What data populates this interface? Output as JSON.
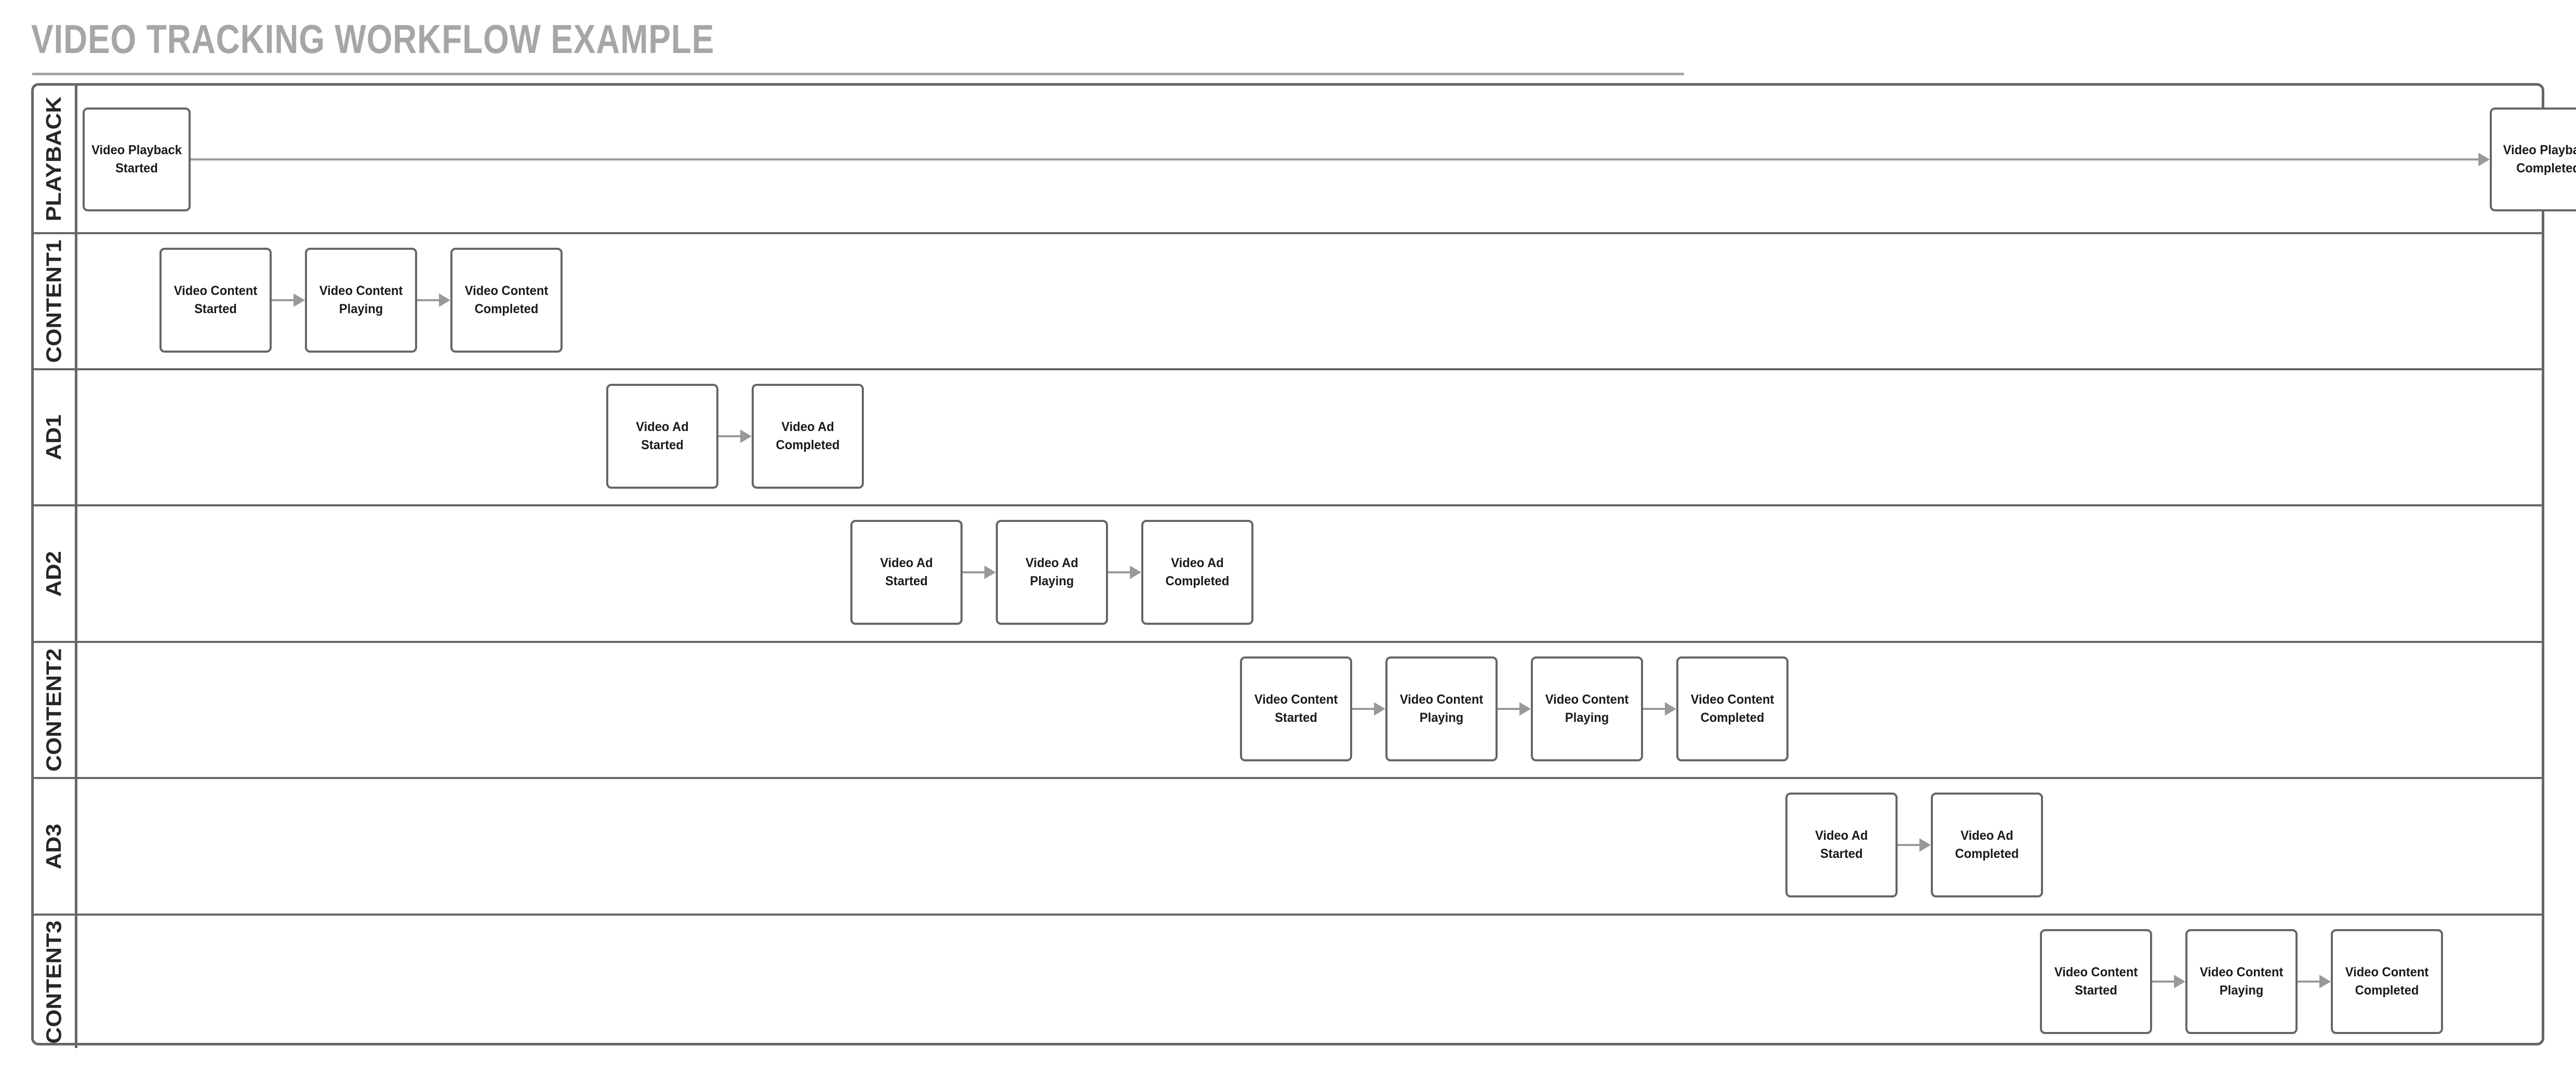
{
  "title": "VIDEO TRACKING WORKFLOW EXAMPLE",
  "colors": {
    "title": "#a6a6a6",
    "lane_border": "#666666",
    "node_border": "#666666",
    "node_fill": "#ffffff",
    "node_text": "#1a1a1a",
    "connector": "#999999"
  },
  "diagram": {
    "type": "swimlane-flowchart",
    "orientation": "horizontal",
    "lanes": [
      {
        "id": "playback",
        "label": "PLAYBACK",
        "nodes": [
          {
            "id": "p1",
            "label": "Video Playback Started"
          },
          {
            "id": "p2",
            "label": "Video Playback Completed"
          }
        ],
        "edges": [
          {
            "from": "p1",
            "to": "p2"
          }
        ]
      },
      {
        "id": "content1",
        "label": "CONTENT1",
        "nodes": [
          {
            "id": "c1a",
            "label": "Video Content Started"
          },
          {
            "id": "c1b",
            "label": "Video Content Playing"
          },
          {
            "id": "c1c",
            "label": "Video Content Completed"
          }
        ],
        "edges": [
          {
            "from": "c1a",
            "to": "c1b"
          },
          {
            "from": "c1b",
            "to": "c1c"
          }
        ]
      },
      {
        "id": "ad1",
        "label": "AD1",
        "nodes": [
          {
            "id": "a1a",
            "label": "Video Ad Started"
          },
          {
            "id": "a1b",
            "label": "Video Ad Completed"
          }
        ],
        "edges": [
          {
            "from": "a1a",
            "to": "a1b"
          }
        ]
      },
      {
        "id": "ad2",
        "label": "AD2",
        "nodes": [
          {
            "id": "a2a",
            "label": "Video Ad Started"
          },
          {
            "id": "a2b",
            "label": "Video Ad Playing"
          },
          {
            "id": "a2c",
            "label": "Video Ad Completed"
          }
        ],
        "edges": [
          {
            "from": "a2a",
            "to": "a2b"
          },
          {
            "from": "a2b",
            "to": "a2c"
          }
        ]
      },
      {
        "id": "content2",
        "label": "CONTENT2",
        "nodes": [
          {
            "id": "c2a",
            "label": "Video Content Started"
          },
          {
            "id": "c2b",
            "label": "Video Content Playing"
          },
          {
            "id": "c2c",
            "label": "Video Content Playing"
          },
          {
            "id": "c2d",
            "label": "Video Content Completed"
          }
        ],
        "edges": [
          {
            "from": "c2a",
            "to": "c2b"
          },
          {
            "from": "c2b",
            "to": "c2c"
          },
          {
            "from": "c2c",
            "to": "c2d"
          }
        ]
      },
      {
        "id": "ad3",
        "label": "AD3",
        "nodes": [
          {
            "id": "a3a",
            "label": "Video Ad Started"
          },
          {
            "id": "a3b",
            "label": "Video Ad Completed"
          }
        ],
        "edges": [
          {
            "from": "a3a",
            "to": "a3b"
          }
        ]
      },
      {
        "id": "content3",
        "label": "CONTENT3",
        "nodes": [
          {
            "id": "c3a",
            "label": "Video Content Started"
          },
          {
            "id": "c3b",
            "label": "Video Content Playing"
          },
          {
            "id": "c3c",
            "label": "Video Content Completed"
          }
        ],
        "edges": [
          {
            "from": "c3a",
            "to": "c3b"
          },
          {
            "from": "c3b",
            "to": "c3c"
          }
        ]
      }
    ]
  }
}
